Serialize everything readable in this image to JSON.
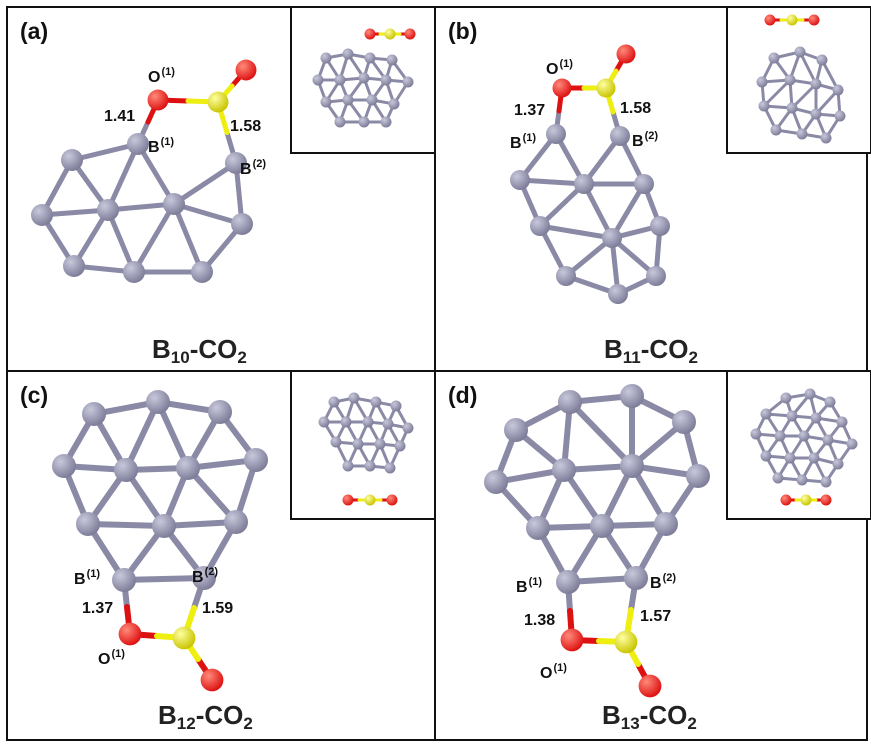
{
  "panels": [
    {
      "tag": "(a)",
      "formula": {
        "b_sub": "10",
        "o_sub": "2"
      },
      "labels": {
        "b1": "B",
        "b1_sup": "(1)",
        "b2": "B",
        "b2_sup": "(2)",
        "o1": "O",
        "o1_sup": "(1)",
        "bond_bo": "1.41",
        "bond_bc": "1.58"
      }
    },
    {
      "tag": "(b)",
      "formula": {
        "b_sub": "11",
        "o_sub": "2"
      },
      "labels": {
        "b1": "B",
        "b1_sup": "(1)",
        "b2": "B",
        "b2_sup": "(2)",
        "o1": "O",
        "o1_sup": "(1)",
        "bond_bo": "1.37",
        "bond_bc": "1.58"
      }
    },
    {
      "tag": "(c)",
      "formula": {
        "b_sub": "12",
        "o_sub": "2"
      },
      "labels": {
        "b1": "B",
        "b1_sup": "(1)",
        "b2": "B",
        "b2_sup": "(2)",
        "o1": "O",
        "o1_sup": "(1)",
        "bond_bo": "1.37",
        "bond_bc": "1.59"
      }
    },
    {
      "tag": "(d)",
      "formula": {
        "b_sub": "13",
        "o_sub": "2"
      },
      "labels": {
        "b1": "B",
        "b1_sup": "(1)",
        "b2": "B",
        "b2_sup": "(2)",
        "o1": "O",
        "o1_sup": "(1)",
        "bond_bo": "1.38",
        "bond_bc": "1.57"
      }
    }
  ],
  "caption_parts": {
    "b": "B",
    "dash_c": "-C",
    "o": "O"
  },
  "colors": {
    "boron": "#7c7c98",
    "boron_bond": "#8a8aa6",
    "oxygen": "#dd1111",
    "carbon": "#eeee11",
    "border": "#111111",
    "text": "#222222"
  },
  "atom_icons": [
    "boron-atom-icon",
    "oxygen-atom-icon",
    "carbon-atom-icon"
  ]
}
